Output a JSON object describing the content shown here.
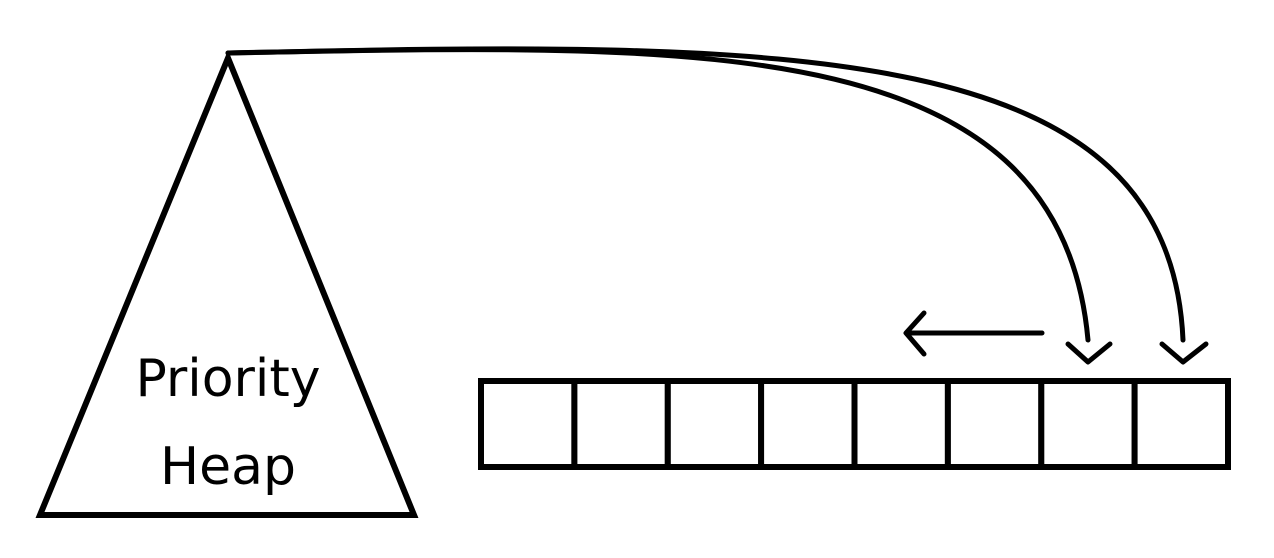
{
  "heap": {
    "label_line1": "Priority",
    "label_line2": "Heap"
  },
  "array": {
    "cell_count": 8
  },
  "arrows": {
    "extraction_targets": [
      "cell-7",
      "cell-8"
    ],
    "shift_direction": "left"
  },
  "colors": {
    "stroke": "#000000",
    "background": "#ffffff"
  }
}
